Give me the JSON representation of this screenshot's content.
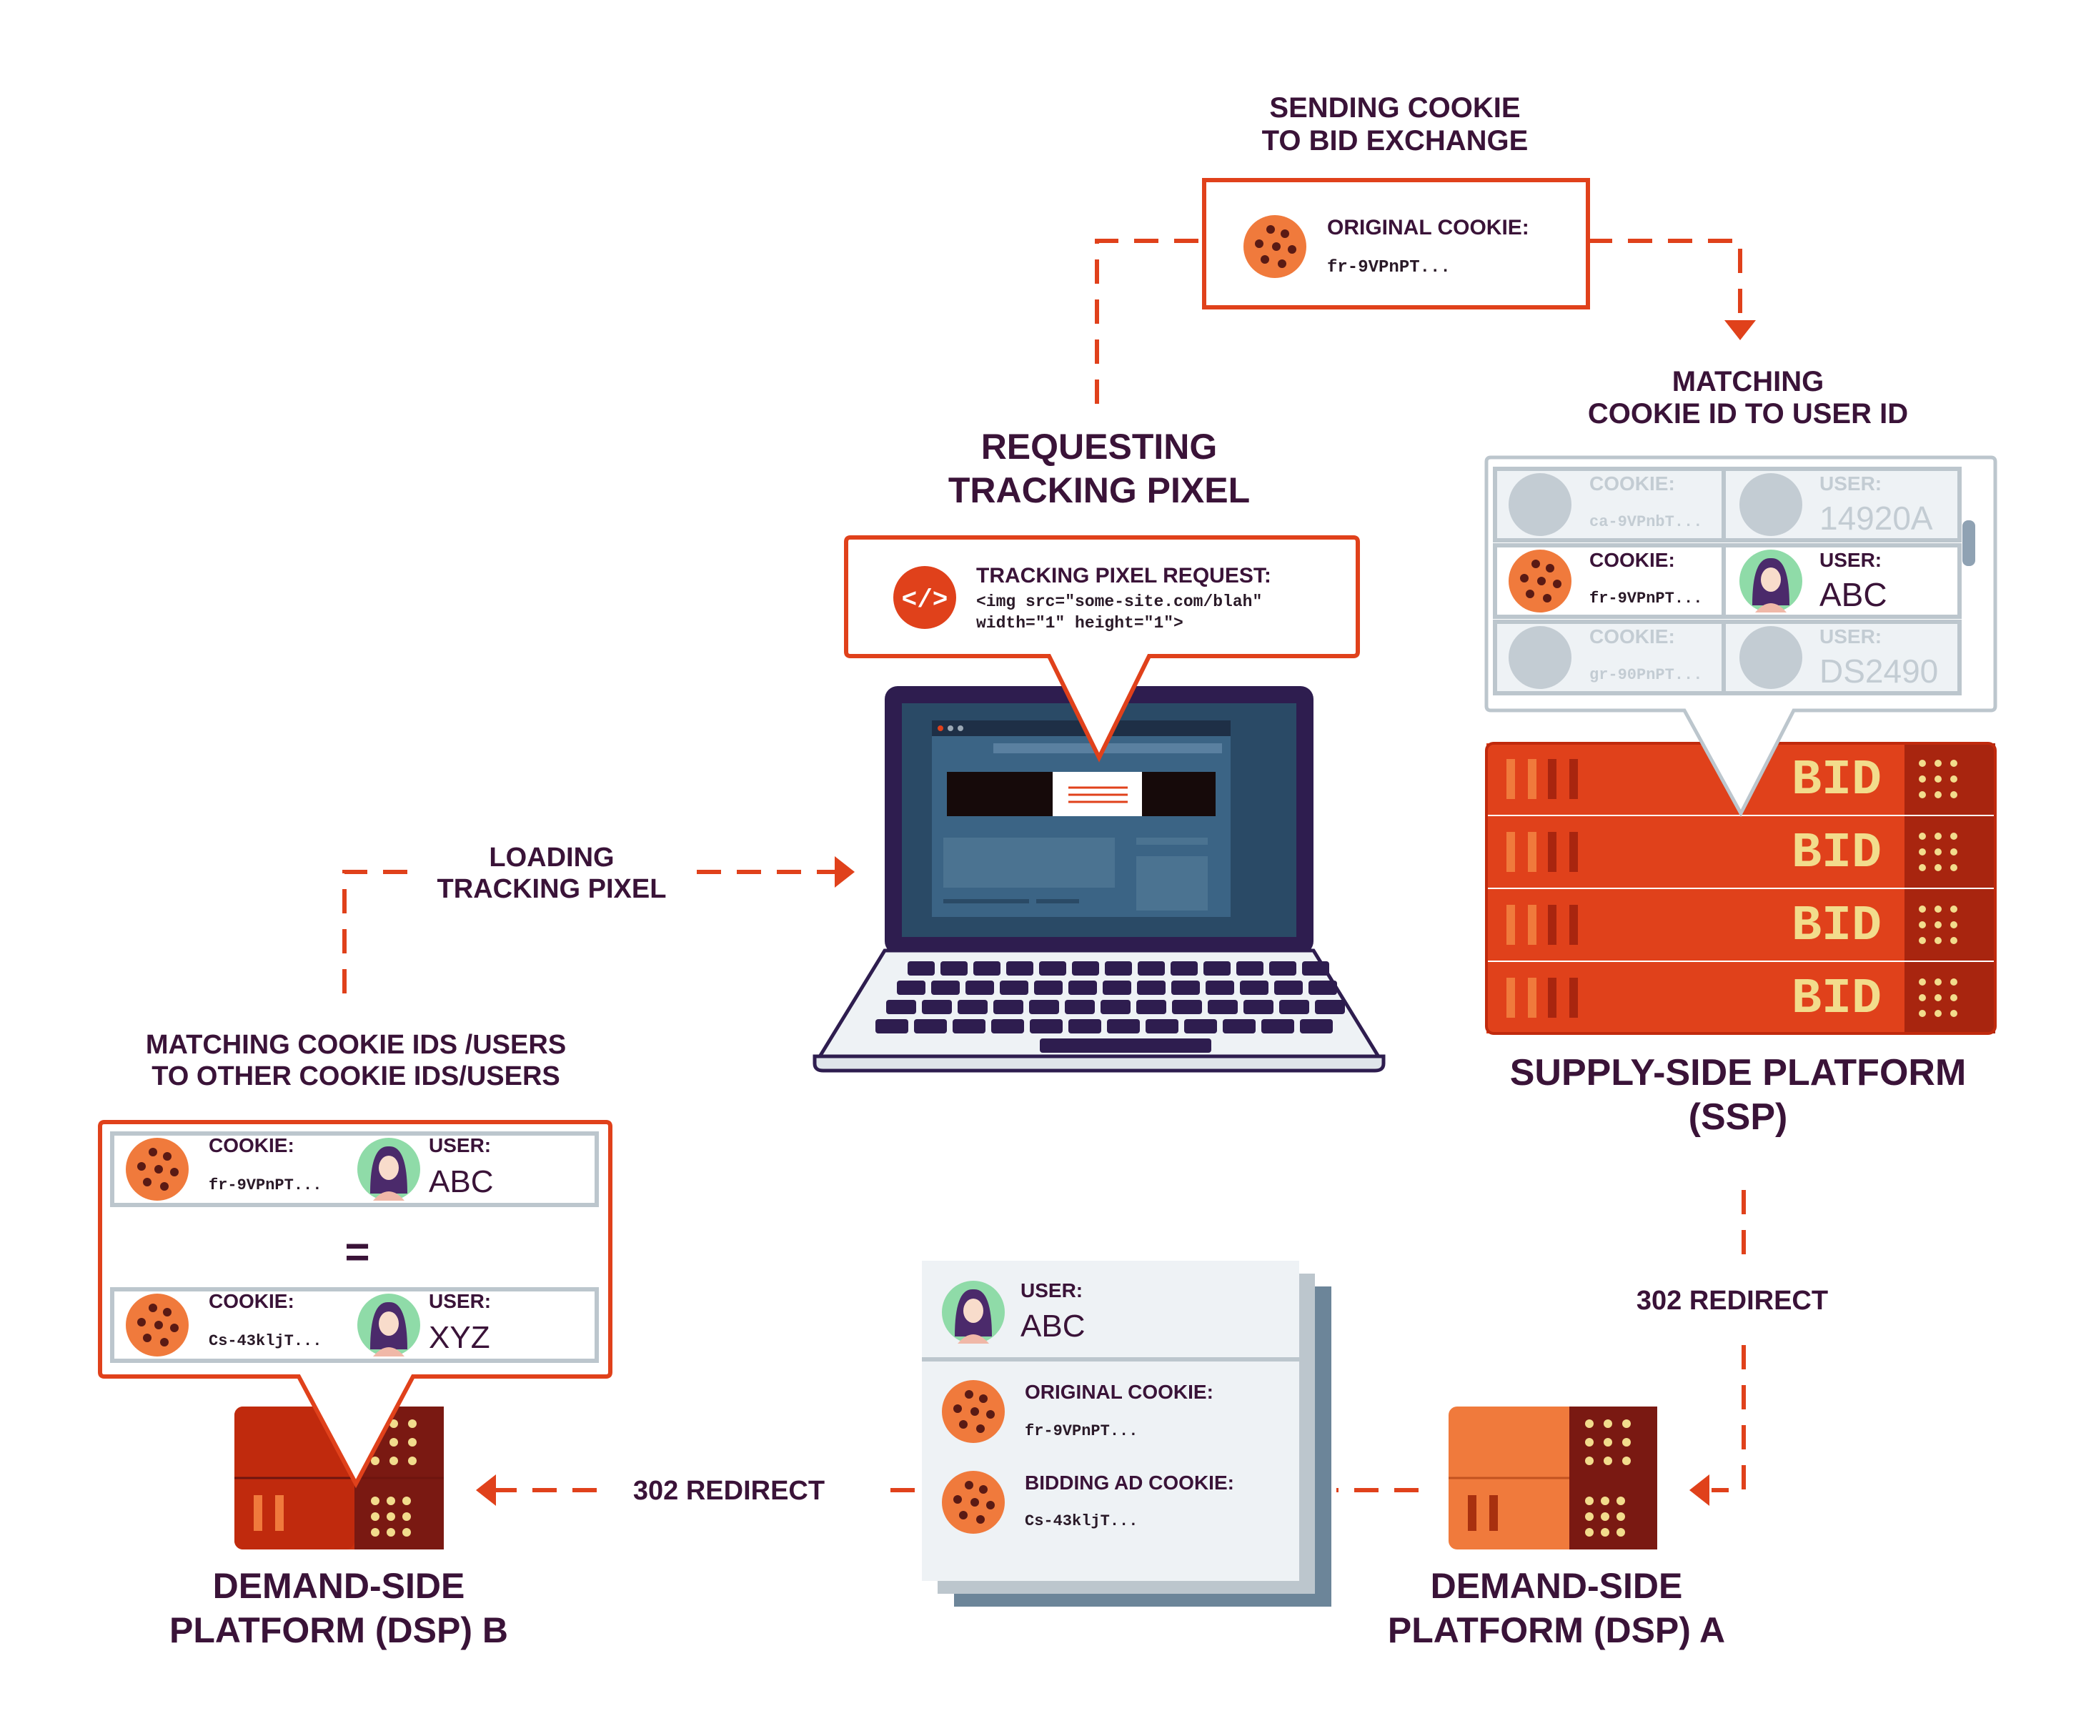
{
  "colors": {
    "accent_orange": "#e0411b",
    "dark_purple": "#3a1338",
    "cookie_orange": "#f07a3c",
    "avatar_green": "#8fdba8",
    "panel_gray": "#bcc6cd"
  },
  "top": {
    "caption_line1": "SENDING COOKIE",
    "caption_line2": "TO BID EXCHANGE",
    "cookie_label": "ORIGINAL COOKIE:",
    "cookie_value": "fr-9VPnPT..."
  },
  "laptop": {
    "title_line1": "REQUESTING",
    "title_line2": "TRACKING PIXEL",
    "bubble_label": "TRACKING PIXEL REQUEST:",
    "bubble_code_line1": "<img src=\"some-site.com/blah\"",
    "bubble_code_line2": "width=\"1\" height=\"1\">",
    "code_icon": "</>"
  },
  "ssp": {
    "caption_line1": "MATCHING",
    "caption_line2": "COOKIE ID TO USER ID",
    "rows": [
      {
        "cookie_label": "COOKIE:",
        "cookie_value": "ca-9VPnbT...",
        "user_label": "USER:",
        "user_value": "14920A",
        "active": false
      },
      {
        "cookie_label": "COOKIE:",
        "cookie_value": "fr-9VPnPT...",
        "user_label": "USER:",
        "user_value": "ABC",
        "active": true
      },
      {
        "cookie_label": "COOKIE:",
        "cookie_value": "gr-90PnPT...",
        "user_label": "USER:",
        "user_value": "DS2490",
        "active": false
      }
    ],
    "bid_label": "BID",
    "title_line1": "SUPPLY-SIDE PLATFORM",
    "title_line2": "(SSP)"
  },
  "loading": {
    "caption_line1": "LOADING",
    "caption_line2": "TRACKING PIXEL"
  },
  "dsp_b": {
    "caption_line1": "MATCHING COOKIE IDS /USERS",
    "caption_line2": "TO OTHER COOKIE IDS/USERS",
    "row1": {
      "cookie_label": "COOKIE:",
      "cookie_value": "fr-9VPnPT...",
      "user_label": "USER:",
      "user_value": "ABC"
    },
    "equals": "=",
    "row2": {
      "cookie_label": "COOKIE:",
      "cookie_value": "Cs-43kljT...",
      "user_label": "USER:",
      "user_value": "XYZ"
    },
    "title_line1": "DEMAND-SIDE",
    "title_line2": "PLATFORM (DSP) B"
  },
  "card": {
    "user_label": "USER:",
    "user_value": "ABC",
    "cookie1_label": "ORIGINAL COOKIE:",
    "cookie1_value": "fr-9VPnPT...",
    "cookie2_label": "BIDDING AD COOKIE:",
    "cookie2_value": "Cs-43kljT..."
  },
  "redirects": {
    "right": "302 REDIRECT",
    "bottom": "302 REDIRECT"
  },
  "dsp_a": {
    "title_line1": "DEMAND-SIDE",
    "title_line2": "PLATFORM (DSP) A"
  }
}
